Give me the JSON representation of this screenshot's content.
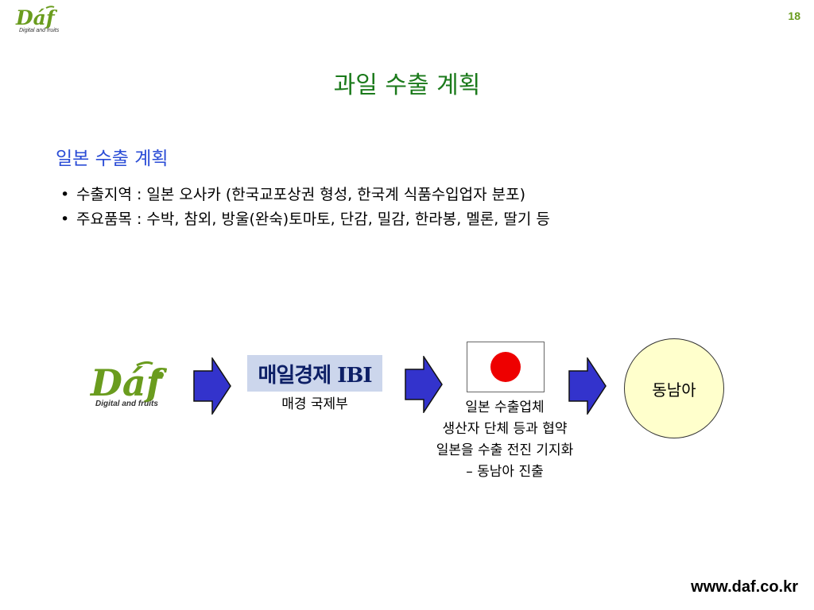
{
  "header": {
    "logo_text": "Dáf",
    "logo_tagline": "Digital and fruits",
    "page_number": "18"
  },
  "title": "과일 수출 계획",
  "section": {
    "title": "일본 수출 계획",
    "bullets": [
      "수출지역 : 일본 오사카 (한국교포상권 형성, 한국계 식품수입업자 분포)",
      "주요품목 : 수박, 참외, 방울(완숙)토마토, 단감, 밀감, 한라봉, 멜론, 딸기 등"
    ]
  },
  "flow": {
    "daf_logo_text": "Dáf",
    "daf_logo_tagline": "Digital and fruits",
    "mk_logo_text": "매일경제 IBI",
    "mk_caption": "매경 국제부",
    "japan_caption": [
      "일본 수출업체",
      "생산자 단체 등과 협약",
      "일본을 수출 전진 기지화",
      "– 동남아 진출"
    ],
    "southeast_asia_label": "동남아"
  },
  "footer": {
    "url": "www.daf.co.kr"
  },
  "colors": {
    "logo_green": "#6a9c1e",
    "logo_brown": "#7a4a12",
    "title_green": "#1b7a1b",
    "section_blue": "#2a4cd6",
    "arrow_blue": "#3333cc",
    "flag_red": "#ee0000",
    "circle_fill": "#ffffcc"
  }
}
